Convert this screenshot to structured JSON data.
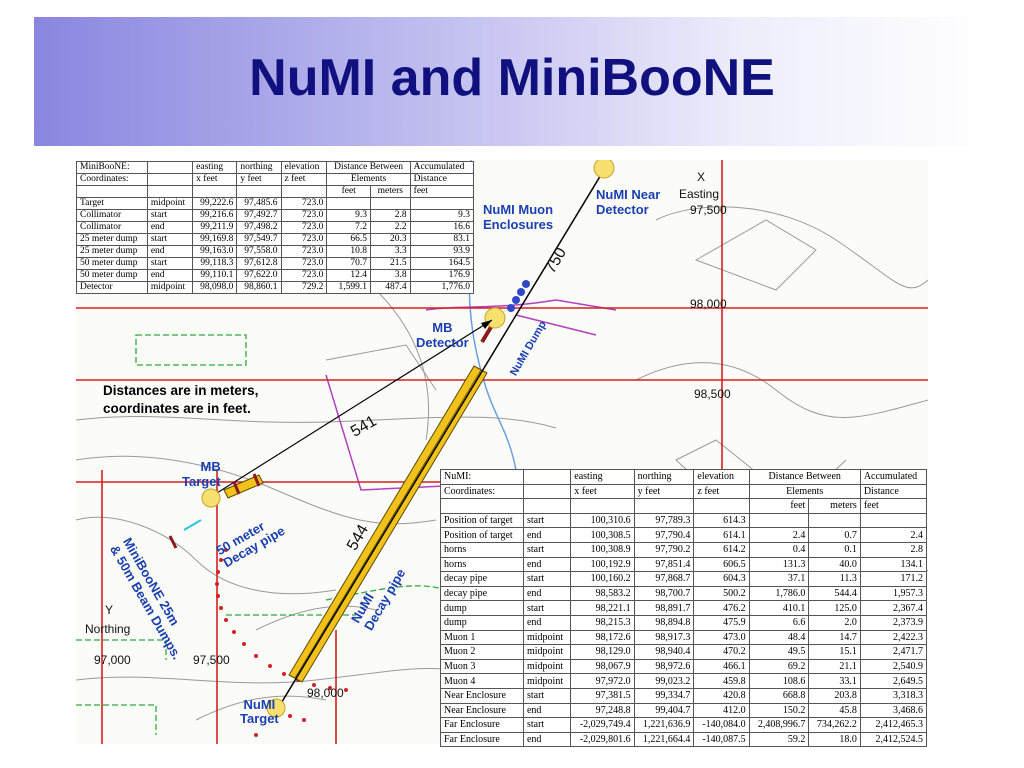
{
  "title": "NuMI and MiniBooNE",
  "map_labels": {
    "numi_near_detector": "NuMI Near\nDetector",
    "numi_muon_enclosures": "NuMI Muon\nEnclosures",
    "x_axis": "X",
    "easting": "Easting",
    "e97500_top": "97,500",
    "e98000": "98,000",
    "e98500": "98,500",
    "dist_750": "750",
    "numi_dump": "NuMI Dump",
    "mb_detector": "MB\nDetector",
    "note": "Distances are in meters,\ncoordinates are in feet.",
    "dist_541": "541",
    "mb_target": "MB\nTarget",
    "decay_pipe_50": "50 meter\nDecay pipe",
    "dist_544": "544",
    "beam_dumps": "MiniBooNE 25m\n& 50m Beam Dumps.",
    "numi_decay_pipe": "NuMI\nDecay pipe",
    "y_axis": "Y",
    "northing": "Northing",
    "n97000": "97,000",
    "n97500": "97,500",
    "n98000": "98,000",
    "numi_target": "NuMI\nTarget"
  },
  "miniboone_table": {
    "header1": [
      "MiniBooNE:",
      "",
      "easting",
      "northing",
      "elevation",
      "Distance Between",
      "Accumulated"
    ],
    "header2": [
      "Coordinates:",
      "",
      "x feet",
      "y feet",
      "z feet",
      "Elements",
      "Distance"
    ],
    "header3": [
      "",
      "",
      "",
      "",
      "",
      "feet",
      "meters",
      "feet"
    ],
    "rows": [
      [
        "Target",
        "midpoint",
        "99,222.6",
        "97,485.6",
        "723.0",
        "",
        "",
        ""
      ],
      [
        "Collimator",
        "start",
        "99,216.6",
        "97,492.7",
        "723.0",
        "9.3",
        "2.8",
        "9.3"
      ],
      [
        "Collimator",
        "end",
        "99,211.9",
        "97,498.2",
        "723.0",
        "7.2",
        "2.2",
        "16.6"
      ],
      [
        "25 meter dump",
        "start",
        "99,169.8",
        "97,549.7",
        "723.0",
        "66.5",
        "20.3",
        "83.1"
      ],
      [
        "25 meter dump",
        "end",
        "99,163.0",
        "97,558.0",
        "723.0",
        "10.8",
        "3.3",
        "93.9"
      ],
      [
        "50 meter dump",
        "start",
        "99,118.3",
        "97,612.8",
        "723.0",
        "70.7",
        "21.5",
        "164.5"
      ],
      [
        "50 meter dump",
        "end",
        "99,110.1",
        "97,622.0",
        "723.0",
        "12.4",
        "3.8",
        "176.9"
      ],
      [
        "Detector",
        "midpoint",
        "98,098.0",
        "98,860.1",
        "729.2",
        "1,599.1",
        "487.4",
        "1,776.0"
      ]
    ]
  },
  "numi_table": {
    "header1": [
      "NuMI:",
      "",
      "easting",
      "northing",
      "elevation",
      "Distance Between",
      "Accumulated"
    ],
    "header2": [
      "Coordinates:",
      "",
      "x feet",
      "y feet",
      "z feet",
      "Elements",
      "Distance"
    ],
    "header3": [
      "",
      "",
      "",
      "",
      "",
      "feet",
      "meters",
      "feet"
    ],
    "rows": [
      [
        "Position of target",
        "start",
        "100,310.6",
        "97,789.3",
        "614.3",
        "",
        "",
        ""
      ],
      [
        "Position of target",
        "end",
        "100,308.5",
        "97,790.4",
        "614.1",
        "2.4",
        "0.7",
        "2.4"
      ],
      [
        "horns",
        "start",
        "100,308.9",
        "97,790.2",
        "614.2",
        "0.4",
        "0.1",
        "2.8"
      ],
      [
        "horns",
        "end",
        "100,192.9",
        "97,851.4",
        "606.5",
        "131.3",
        "40.0",
        "134.1"
      ],
      [
        "decay pipe",
        "start",
        "100,160.2",
        "97,868.7",
        "604.3",
        "37.1",
        "11.3",
        "171.2"
      ],
      [
        "decay pipe",
        "end",
        "98,583.2",
        "98,700.7",
        "500.2",
        "1,786.0",
        "544.4",
        "1,957.3"
      ],
      [
        "dump",
        "start",
        "98,221.1",
        "98,891.7",
        "476.2",
        "410.1",
        "125.0",
        "2,367.4"
      ],
      [
        "dump",
        "end",
        "98,215.3",
        "98,894.8",
        "475.9",
        "6.6",
        "2.0",
        "2,373.9"
      ],
      [
        "Muon 1",
        "midpoint",
        "98,172.6",
        "98,917.3",
        "473.0",
        "48.4",
        "14.7",
        "2,422.3"
      ],
      [
        "Muon 2",
        "midpoint",
        "98,129.0",
        "98,940.4",
        "470.2",
        "49.5",
        "15.1",
        "2,471.7"
      ],
      [
        "Muon 3",
        "midpoint",
        "98,067.9",
        "98,972.6",
        "466.1",
        "69.2",
        "21.1",
        "2,540.9"
      ],
      [
        "Muon 4",
        "midpoint",
        "97,972.0",
        "99,023.2",
        "459.8",
        "108.6",
        "33.1",
        "2,649.5"
      ],
      [
        "Near Enclosure",
        "start",
        "97,381.5",
        "99,334.7",
        "420.8",
        "668.8",
        "203.8",
        "3,318.3"
      ],
      [
        "Near Enclosure",
        "end",
        "97,248.8",
        "99,404.7",
        "412.0",
        "150.2",
        "45.8",
        "3,468.6"
      ],
      [
        "Far Enclosure",
        "start",
        "-2,029,749.4",
        "1,221,636.9",
        "-140,084.0",
        "2,408,996.7",
        "734,262.2",
        "2,412,465.3"
      ],
      [
        "Far Enclosure",
        "end",
        "-2,029,801.6",
        "1,221,664.4",
        "-140,087.5",
        "59.2",
        "18.0",
        "2,412,524.5"
      ]
    ]
  },
  "colors": {
    "title": "#10107e",
    "label_blue": "#1a3fb0",
    "grid_red": "#d42020",
    "pipe_yellow": "#f2c21a",
    "map_green": "#2eaa3a",
    "map_purple": "#b040c0"
  }
}
